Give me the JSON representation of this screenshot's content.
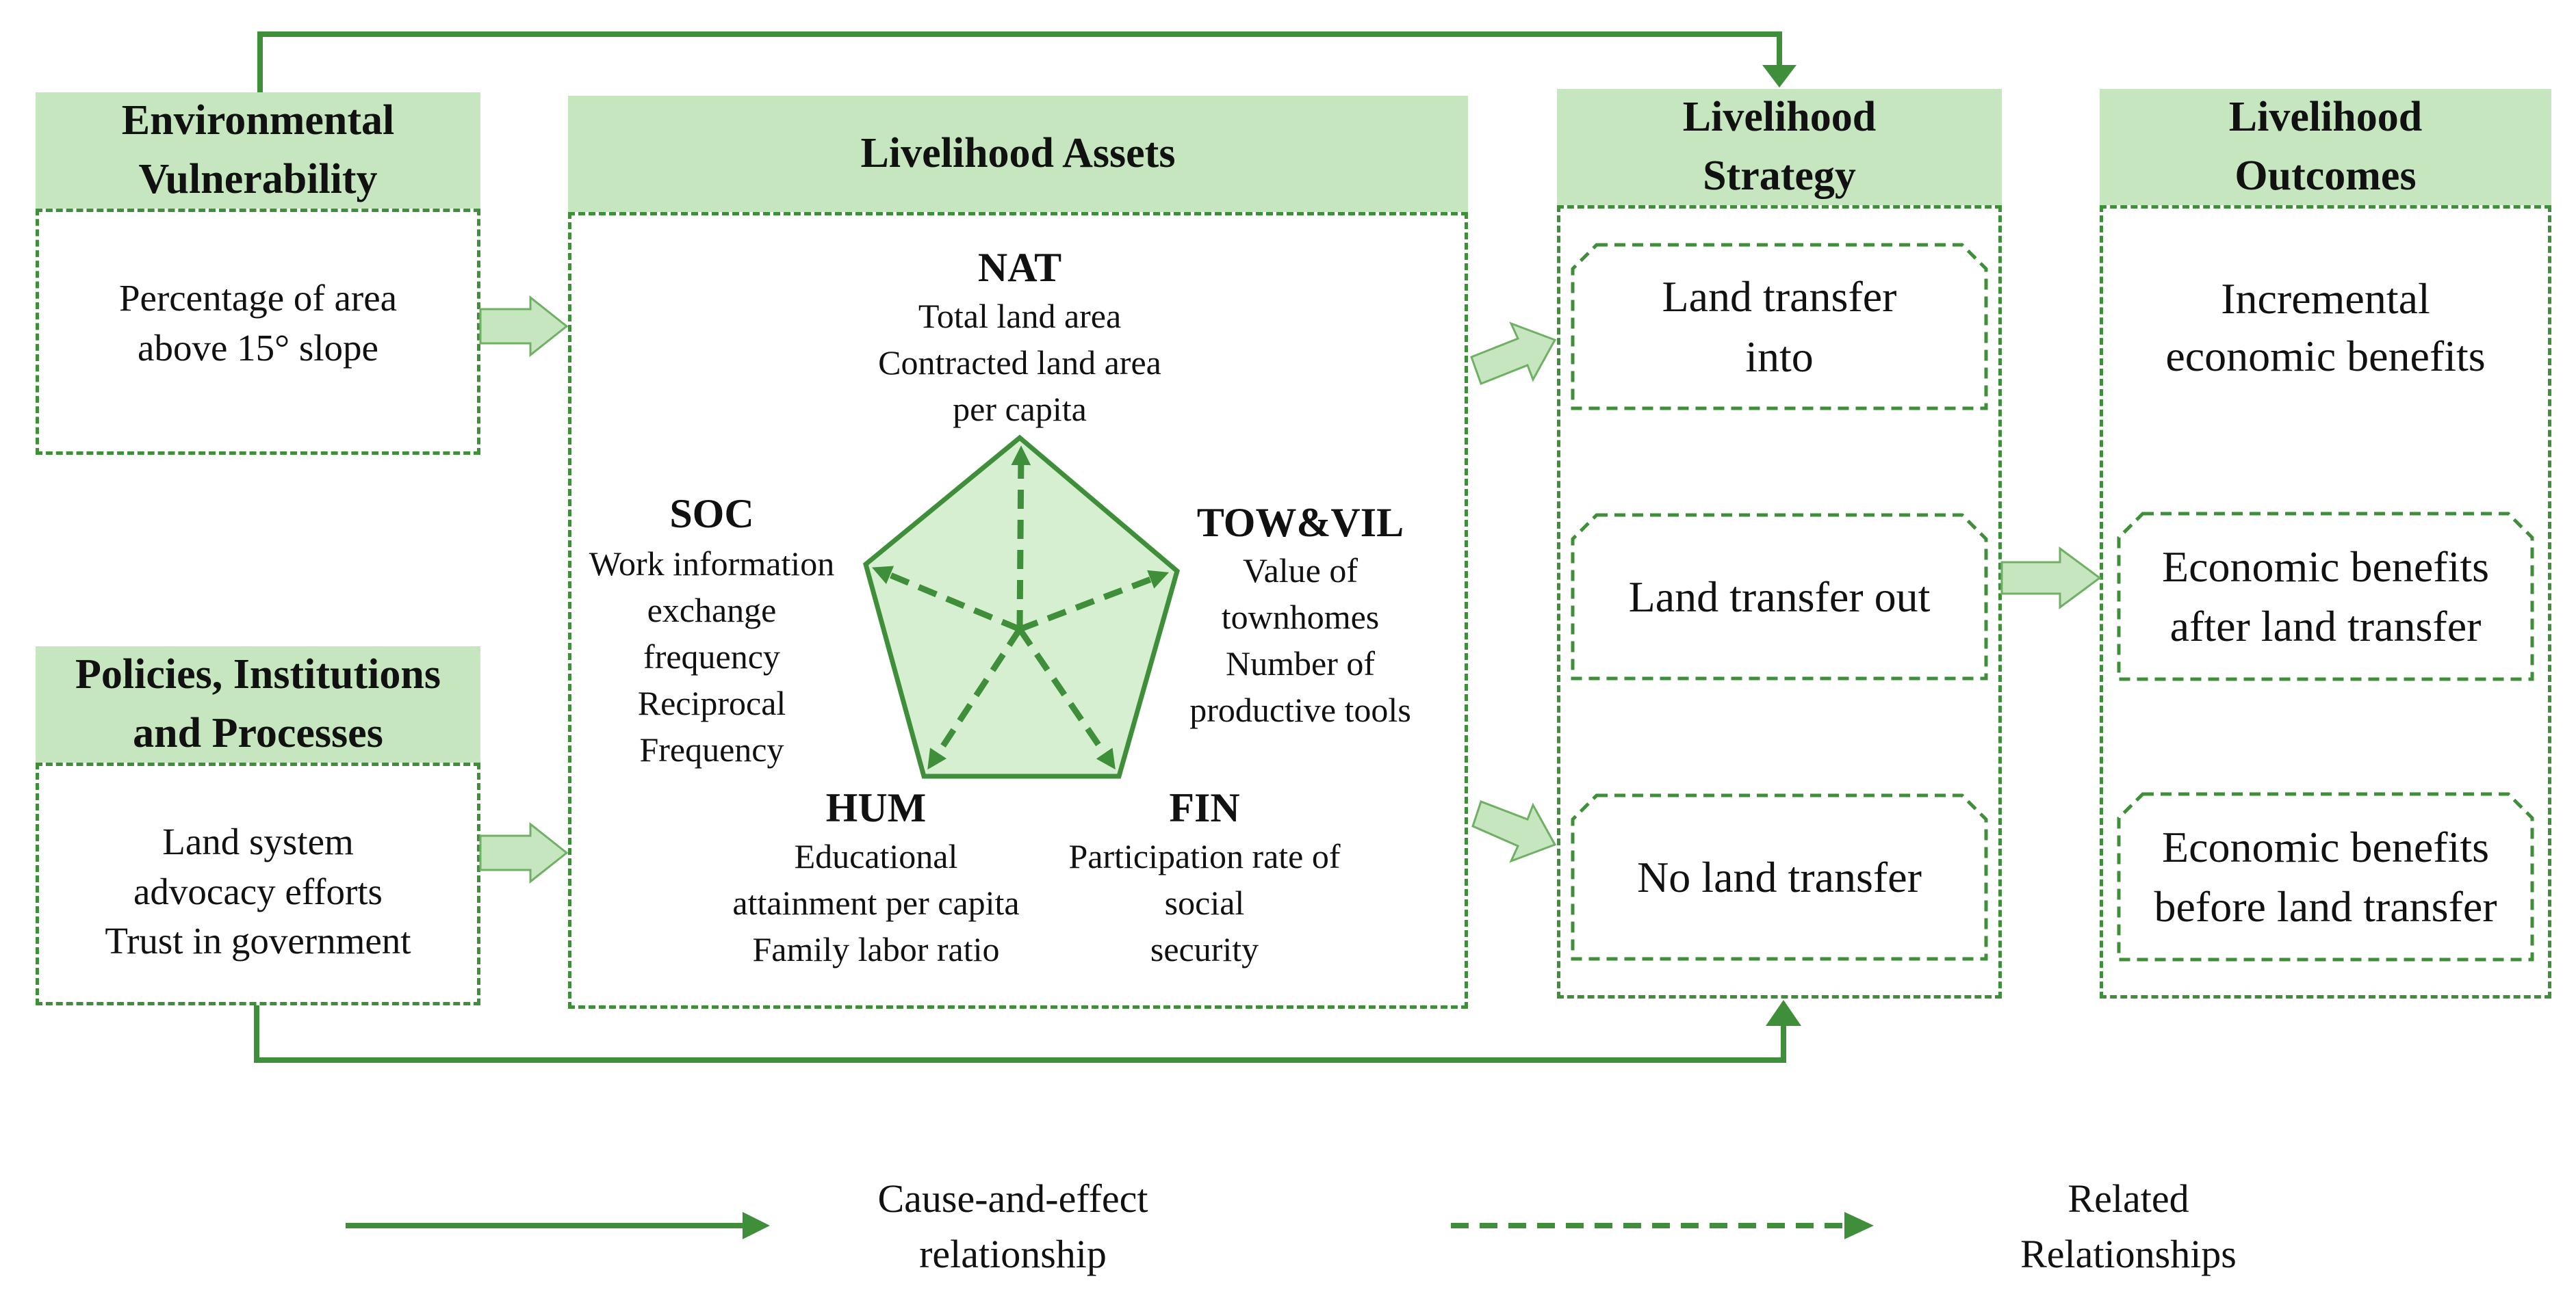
{
  "environmental_vulnerability": {
    "title": "Environmental\nVulnerability",
    "content": "Percentage of area\nabove 15° slope"
  },
  "policies": {
    "title": "Policies, Institutions\nand Processes",
    "content": "Land system\nadvocacy efforts\nTrust in government"
  },
  "livelihood_assets": {
    "title": "Livelihood Assets",
    "nat": {
      "label": "NAT",
      "items": "Total land area\nContracted  land area\nper capita"
    },
    "soc": {
      "label": "SOC",
      "items": "Work information\nexchange\nfrequency\nReciprocal\nFrequency"
    },
    "towvil": {
      "label": "TOW&VIL",
      "items": "Value of\ntownhomes\nNumber of\nproductive tools"
    },
    "hum": {
      "label": "HUM",
      "items": "Educational\nattainment  per capita\nFamily labor ratio"
    },
    "fin": {
      "label": "FIN",
      "items": "Participation rate of\nsocial\nsecurity"
    }
  },
  "livelihood_strategy": {
    "title": "Livelihood\nStrategy",
    "items": [
      "Land transfer\ninto",
      "Land transfer out",
      "No land transfer"
    ]
  },
  "livelihood_outcomes": {
    "title": "Livelihood\nOutcomes",
    "items": [
      "Incremental\neconomic benefits",
      "Economic benefits\nafter land transfer",
      "Economic benefits\nbefore land transfer"
    ]
  },
  "legend": {
    "solid": "Cause-and-effect\nrelationship",
    "dashed": "Related\nRelationships"
  },
  "colors": {
    "header_fill": "#c6e6bf",
    "line_green": "#3f8f3a",
    "arrow_fill": "#c6e6bf",
    "pentagon_fill": "#d6efd0"
  }
}
